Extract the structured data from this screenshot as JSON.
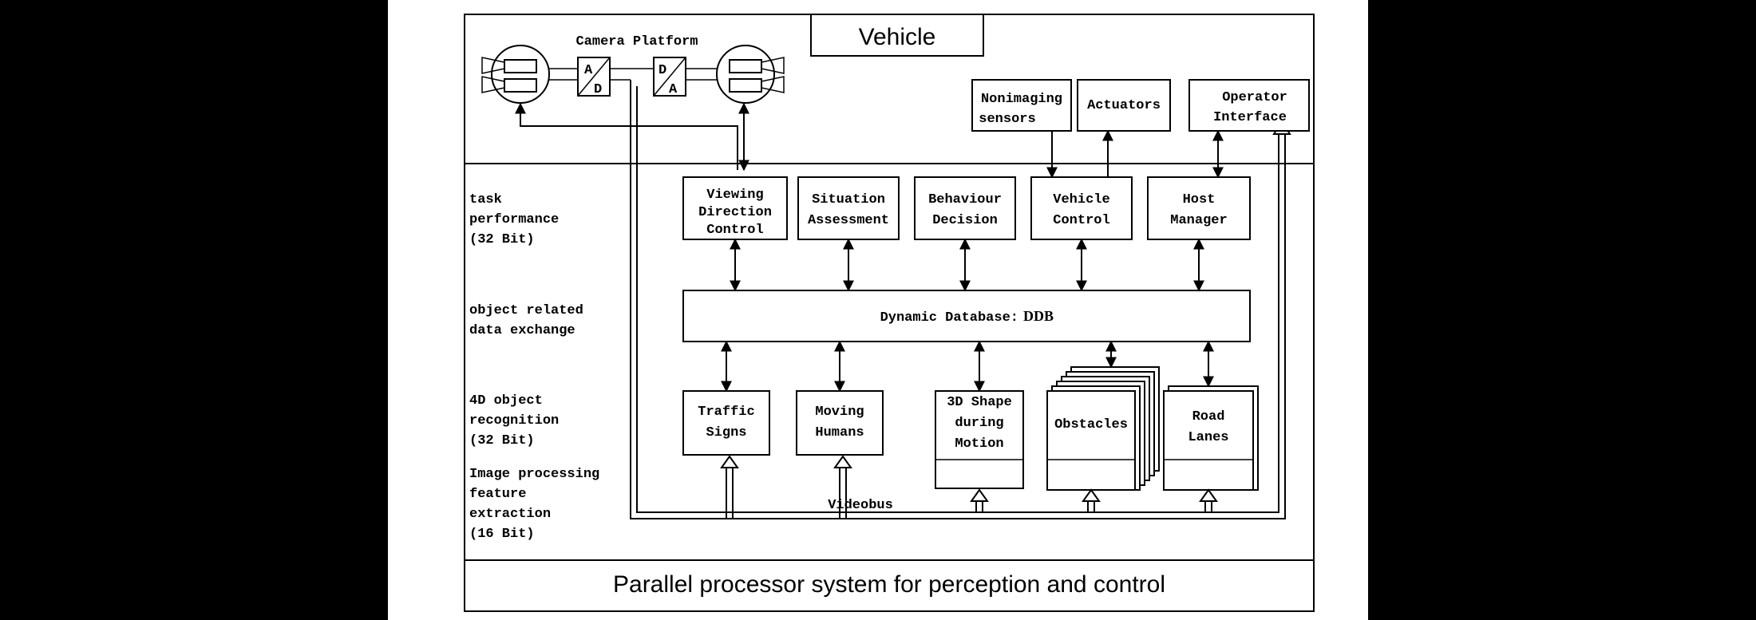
{
  "title": "Vehicle",
  "footer": "Parallel processor system for perception and control",
  "camera_platform": {
    "label": "Camera Platform",
    "ad_top": "A",
    "ad_bottom": "D",
    "da_top": "D",
    "da_bottom": "A"
  },
  "vehicle_units": {
    "nonimaging": [
      "Nonimaging",
      "sensors"
    ],
    "actuators": "Actuators",
    "operator": [
      "Operator",
      "Interface"
    ]
  },
  "levels": {
    "task": [
      "task",
      "performance",
      "(32 Bit)"
    ],
    "object": [
      "object related",
      "data exchange"
    ],
    "recognition": [
      "4D object",
      "recognition",
      "(32 Bit)"
    ],
    "image": [
      "Image processing",
      "feature",
      "extraction",
      "(16 Bit)"
    ]
  },
  "tasks": {
    "viewing": [
      "Viewing",
      "Direction",
      "Control"
    ],
    "situation": [
      "Situation",
      "Assessment"
    ],
    "behaviour": [
      "Behaviour",
      "Decision"
    ],
    "vehicle_control": [
      "Vehicle",
      "Control"
    ],
    "host": [
      "Host",
      "Manager"
    ]
  },
  "ddb": {
    "label": "Dynamic  Database:",
    "abbr": "DDB"
  },
  "recognizers": {
    "traffic": [
      "Traffic",
      "Signs"
    ],
    "humans": [
      "Moving",
      "Humans"
    ],
    "shape": [
      "3D Shape",
      "during",
      "Motion"
    ],
    "obstacles": "Obstacles",
    "lanes": [
      "Road",
      "Lanes"
    ]
  },
  "videobus": "Videobus"
}
